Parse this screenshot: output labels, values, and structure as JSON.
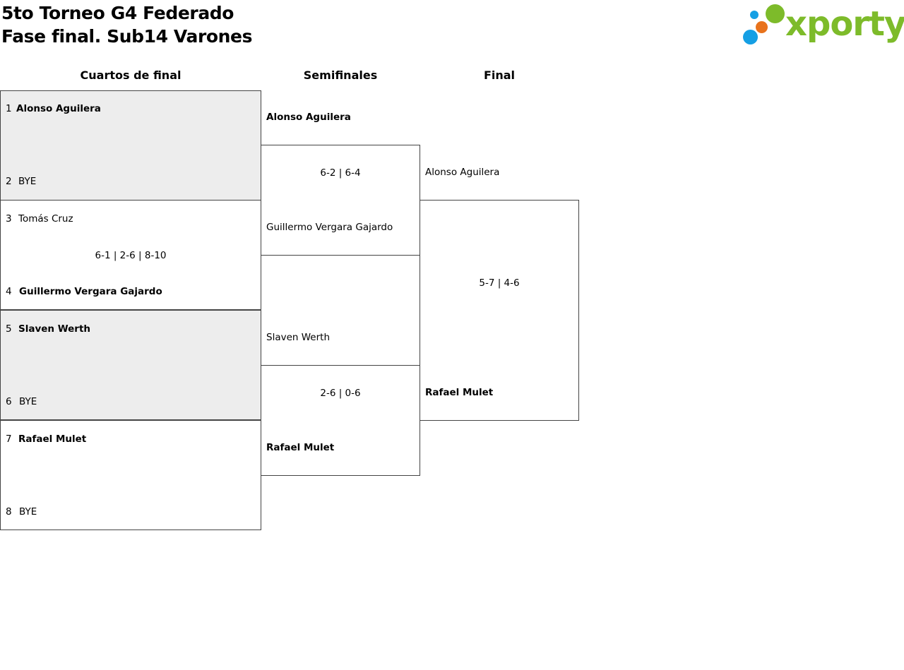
{
  "header": {
    "title_line1": "5to Torneo G4 Federado",
    "title_line2": "Fase final. Sub14 Varones",
    "logo_text": "xporty",
    "logo_colors": {
      "green": "#7dbb2a",
      "orange": "#e8731c",
      "blue": "#159fe4"
    }
  },
  "rounds": {
    "quarterfinals": "Cuartos de final",
    "semifinals": "Semifinales",
    "final": "Final"
  },
  "quarterfinals": [
    {
      "p1_seed": "1",
      "p1_name": "Alonso Aguilera",
      "p2_seed": "2",
      "p2_name": "BYE",
      "score": ""
    },
    {
      "p1_seed": "3",
      "p1_name": "Tomás Cruz",
      "p2_seed": "4",
      "p2_name": "Guillermo Vergara Gajardo",
      "score": "6-1 | 2-6 | 8-10"
    },
    {
      "p1_seed": "5",
      "p1_name": "Slaven Werth",
      "p2_seed": "6",
      "p2_name": "BYE",
      "score": ""
    },
    {
      "p1_seed": "7",
      "p1_name": "Rafael Mulet",
      "p2_seed": "8",
      "p2_name": "BYE",
      "score": ""
    }
  ],
  "semifinals": [
    {
      "p1_name": "Alonso Aguilera",
      "p2_name": "Guillermo Vergara Gajardo",
      "score": "6-2 | 6-4"
    },
    {
      "p1_name": "Slaven Werth",
      "p2_name": "Rafael Mulet",
      "score": "2-6 | 0-6"
    }
  ],
  "final": {
    "p1_name": "Alonso Aguilera",
    "p2_name": "Rafael Mulet",
    "score": "5-7 | 4-6"
  }
}
